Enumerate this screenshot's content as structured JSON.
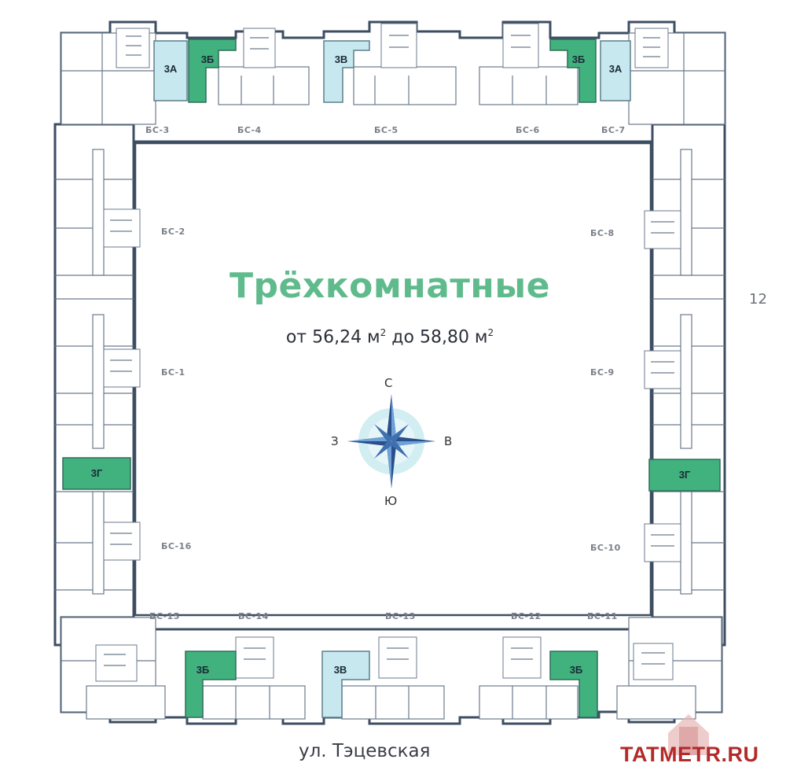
{
  "title": "Трёхкомнатные",
  "subtitle": {
    "prefix": "от 56,24 м",
    "sup1": "2",
    "middle": " до 58,80 м",
    "sup2": "2"
  },
  "page_number": "12",
  "street": "ул. Тэцевская",
  "watermark": "TATMETR.RU",
  "compass": {
    "north": "С",
    "south": "Ю",
    "west": "З",
    "east": "В"
  },
  "colors": {
    "type_a": "#c6e8ee",
    "type_b": "#41b17e",
    "type_v": "#c6e8ee",
    "type_g": "#41b17e",
    "title": "#5fba8c"
  },
  "sections": [
    {
      "id": "s3",
      "label": "БС-3"
    },
    {
      "id": "s4",
      "label": "БС-4"
    },
    {
      "id": "s5",
      "label": "БС-5"
    },
    {
      "id": "s6",
      "label": "БС-6"
    },
    {
      "id": "s7",
      "label": "БС-7"
    },
    {
      "id": "s2",
      "label": "БС-2"
    },
    {
      "id": "s8",
      "label": "БС-8"
    },
    {
      "id": "s1",
      "label": "БС-1"
    },
    {
      "id": "s9",
      "label": "БС-9"
    },
    {
      "id": "s16",
      "label": "БС-16"
    },
    {
      "id": "s10",
      "label": "БС-10"
    },
    {
      "id": "s15",
      "label": "БС-15"
    },
    {
      "id": "s14",
      "label": "БС-14"
    },
    {
      "id": "s13",
      "label": "БС-13"
    },
    {
      "id": "s12",
      "label": "БС-12"
    },
    {
      "id": "s11",
      "label": "БС-11"
    }
  ],
  "units": [
    {
      "label": "3А",
      "type": "a"
    },
    {
      "label": "3Б",
      "type": "b"
    },
    {
      "label": "3В",
      "type": "a"
    },
    {
      "label": "3Б",
      "type": "b"
    },
    {
      "label": "3А",
      "type": "a"
    },
    {
      "label": "3Г",
      "type": "g"
    },
    {
      "label": "3Г",
      "type": "g"
    },
    {
      "label": "3Б",
      "type": "b"
    },
    {
      "label": "3В",
      "type": "a"
    },
    {
      "label": "3Б",
      "type": "b"
    }
  ]
}
